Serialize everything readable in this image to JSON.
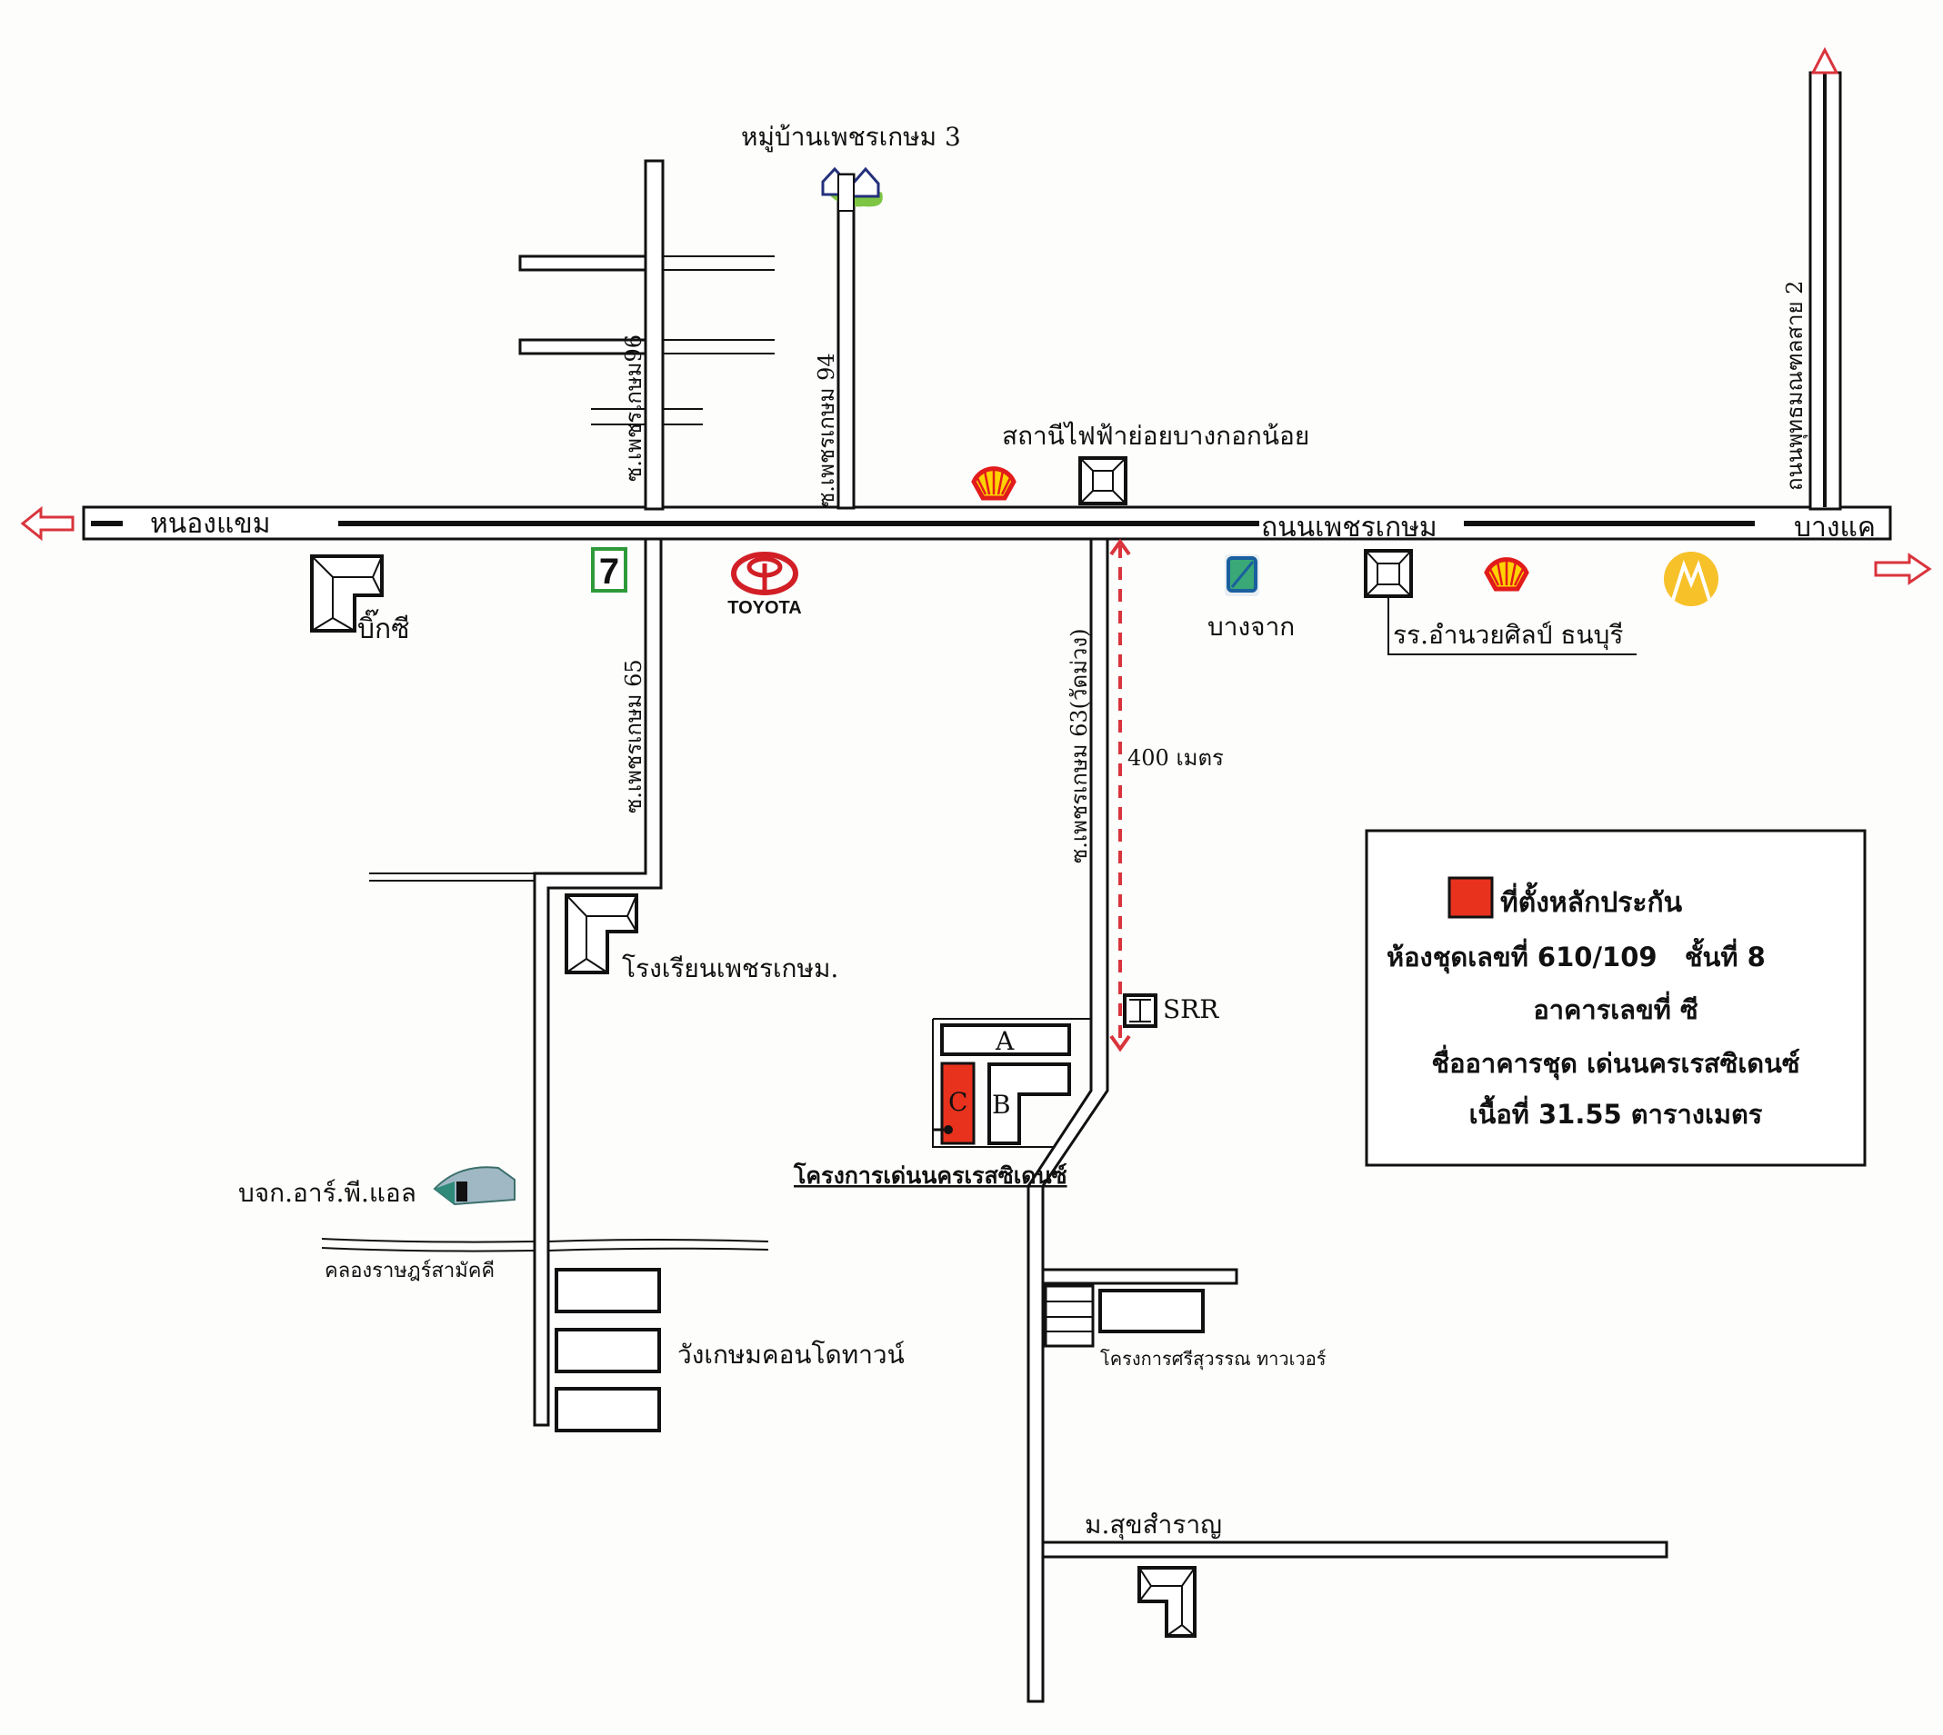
{
  "map": {
    "roads": {
      "main_road": "ถนนเพชรเกษม",
      "west_direction": "หนองแขม",
      "east_direction": "บางแค",
      "phutthamonthon": "ถนนพุทธมณฑลสาย 2",
      "soi_96": "ซ.เพชรเกษม96",
      "soi_94": "ซ.เพชรเกษม 94",
      "soi_65": "ซ.เพชรเกษม 65",
      "soi_63": "ซ.เพชรเกษม 63(วัดม่วง)",
      "canal": "คลองราษฎร์สามัคคี",
      "suksamran": "ม.สุขสำราญ"
    },
    "landmarks": {
      "village": "หมู่บ้านเพชรเกษม 3",
      "substation": "สถานีไฟฟ้าย่อยบางกอกน้อย",
      "bigc": "บิ๊กซี",
      "bangchak": "บางจาก",
      "school_amnuay": "รร.อำนวยศิลป์ ธนบุรี",
      "school_phetkasem": "โรงเรียนเพชรเกษม.",
      "srr": "SRR",
      "rpl": "บจก.อาร์.พี.แอล",
      "wangkasem": "วังเกษมคอนโดทาวน์",
      "srisuwan": "โครงการศรีสุวรรณ ทาวเวอร์",
      "project": "โครงการเด่นนครเรสซิเดนซ์",
      "toyota": "TOYOTA",
      "seven_eleven": "7"
    },
    "buildings": {
      "a": "A",
      "b": "B",
      "c": "C"
    },
    "distance": "400 เมตร"
  },
  "legend": {
    "title": "ที่ตั้งหลักประกัน",
    "line1": "ห้องชุดเลขที่ 610/109   ชั้นที่ 8",
    "line2": "อาคารเลขที่ ซี",
    "line3": "ชื่ออาคารชุด เด่นนครเรสซิเดนซ์",
    "line4": "เนื้อที่ 31.55 ตารางเมตร",
    "marker_color": "#e8321e"
  },
  "colors": {
    "arrow": "#d9343c",
    "distance": "#d9343c",
    "project_label": "#e0202a",
    "shell_red": "#e21b1b",
    "shell_yellow": "#ffd200",
    "bangchak_blue": "#1a5f9e",
    "bangchak_green": "#3aa877",
    "seven_green": "#2e9a3a",
    "seven_red": "#e8321e",
    "krungsri_yellow": "#f7c12a",
    "toyota_red": "#d21f26"
  }
}
